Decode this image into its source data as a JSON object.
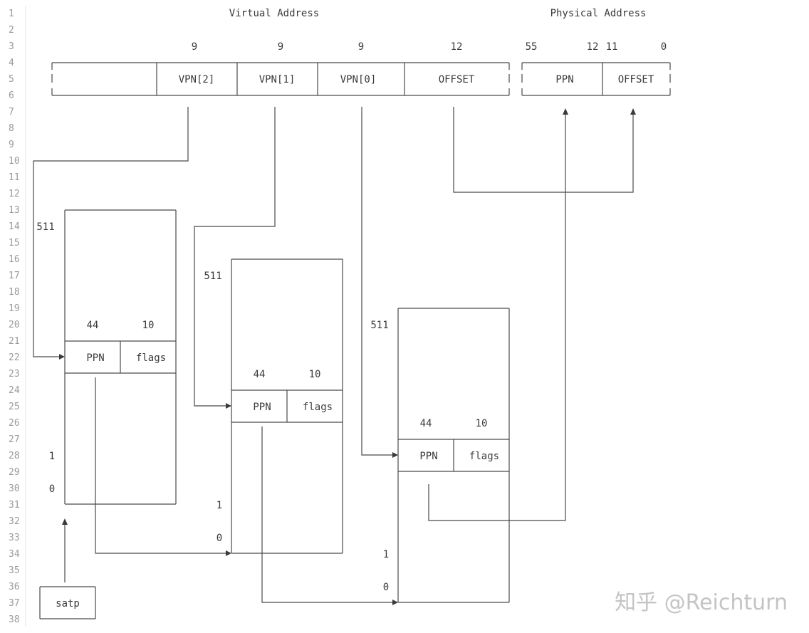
{
  "gutter_lines": [
    "1",
    "2",
    "3",
    "4",
    "5",
    "6",
    "7",
    "8",
    "9",
    "10",
    "11",
    "12",
    "13",
    "14",
    "15",
    "16",
    "17",
    "18",
    "19",
    "20",
    "21",
    "22",
    "23",
    "24",
    "25",
    "26",
    "27",
    "28",
    "29",
    "30",
    "31",
    "32",
    "33",
    "34",
    "35",
    "36",
    "37",
    "38"
  ],
  "virtual_address": {
    "title": "Virtual Address",
    "bit_widths": [
      "9",
      "9",
      "9",
      "12"
    ],
    "fields": [
      "VPN[2]",
      "VPN[1]",
      "VPN[0]",
      "OFFSET"
    ]
  },
  "physical_address": {
    "title": "Physical Address",
    "bit_labels": [
      "55",
      "12",
      "11",
      "0"
    ],
    "fields": [
      "PPN",
      "OFFSET"
    ]
  },
  "page_tables": [
    {
      "index_top": "511",
      "index_1": "1",
      "index_0": "0",
      "ppn_bits": "44",
      "flags_bits": "10",
      "ppn_label": "PPN",
      "flags_label": "flags"
    },
    {
      "index_top": "511",
      "index_1": "1",
      "index_0": "0",
      "ppn_bits": "44",
      "flags_bits": "10",
      "ppn_label": "PPN",
      "flags_label": "flags"
    },
    {
      "index_top": "511",
      "index_1": "1",
      "index_0": "0",
      "ppn_bits": "44",
      "flags_bits": "10",
      "ppn_label": "PPN",
      "flags_label": "flags"
    }
  ],
  "satp_label": "satp",
  "watermark": "知乎 @Reichturn",
  "colors": {
    "line": "#4a4a4a",
    "text": "#3a3a3a",
    "gutter": "#9a9a9a",
    "watermark": "#c4c4c4"
  }
}
